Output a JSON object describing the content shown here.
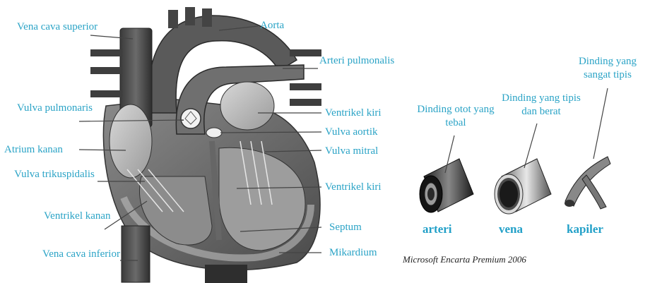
{
  "heart": {
    "labels_left": [
      "Vena cava superior",
      "Vulva pulmonaris",
      "Atrium kanan",
      "Vulva trikuspidalis",
      "Ventrikel kanan",
      "Vena cava inferior"
    ],
    "labels_right": [
      "Aorta",
      "Arteri pulmonalis",
      "Ventrikel kiri",
      "Vulva aortik",
      "Vulva mitral",
      "Ventrikel kiri",
      "Septum",
      "Mikardium"
    ]
  },
  "vessels": {
    "wall_labels": {
      "arteri": "Dinding otot yang tebal",
      "vena": "Dinding yang tipis dan berat",
      "kapiler": "Dinding yang sangat tipis"
    },
    "names": [
      "arteri",
      "vena",
      "kapiler"
    ]
  },
  "credit": "Microsoft Encarta Premium 2006",
  "colors": {
    "label": "#2aa3c6",
    "line": "#444444"
  }
}
